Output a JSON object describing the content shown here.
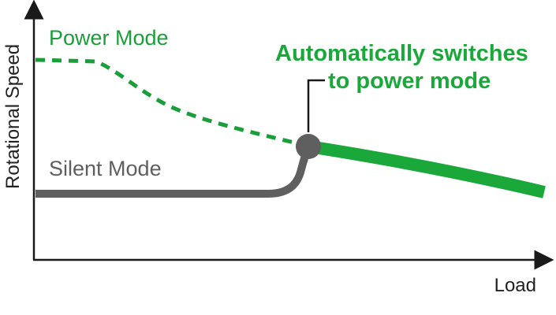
{
  "axes": {
    "y_label": "Rotational Speed",
    "x_label": "Load"
  },
  "power_mode": {
    "label": "Power Mode",
    "color": "#1a9e3a"
  },
  "silent_mode": {
    "label": "Silent Mode",
    "color": "#5f5f5f"
  },
  "annotation": {
    "line1": "Automatically switches",
    "line2": "to power mode",
    "color": "#1aa83a"
  },
  "colors": {
    "axis": "#1a1a1a",
    "text": "#222222",
    "switch_point": "#5f5f5f"
  }
}
